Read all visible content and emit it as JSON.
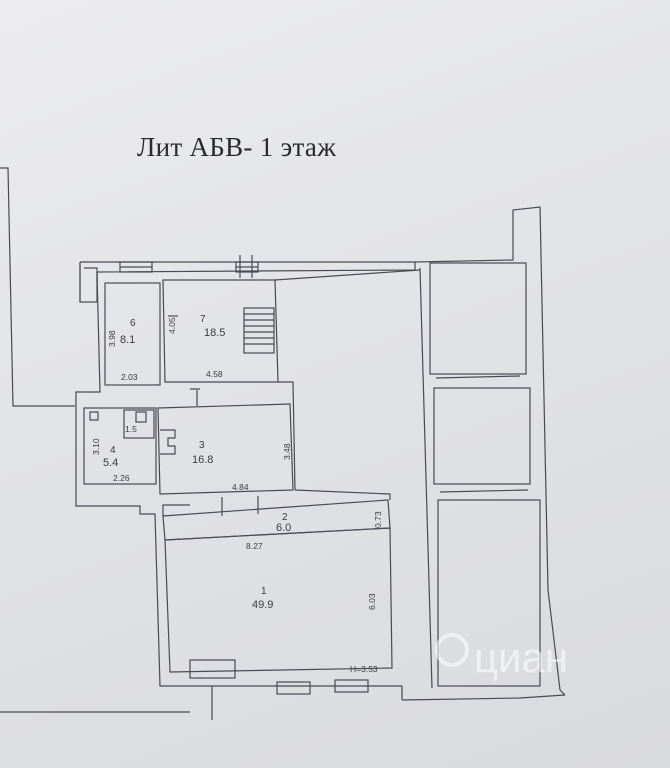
{
  "title": "Лит АБВ- 1 этаж",
  "rooms": [
    {
      "id": "r1",
      "number": "1",
      "area": "49.9"
    },
    {
      "id": "r2",
      "number": "2",
      "area": "6.0"
    },
    {
      "id": "r3",
      "number": "3",
      "area": "16.8"
    },
    {
      "id": "r4",
      "number": "4",
      "area": "5.4"
    },
    {
      "id": "r5",
      "number": "1.5",
      "area": ""
    },
    {
      "id": "r6",
      "number": "6",
      "area": "8.1"
    },
    {
      "id": "r7",
      "number": "7",
      "area": "18.5"
    }
  ],
  "dimensions": {
    "r6_height": "3.98",
    "r6_width": "2.03",
    "r7_height": "4.05",
    "r7_width": "4.58",
    "r4_height": "3.10",
    "r4_width": "2.26",
    "r3_height": "3.48",
    "r3_width": "4.84",
    "r2_height": "0.73",
    "r1_width": "8.27",
    "r1_height": "6.03",
    "ceiling_height": "H=3.53"
  },
  "watermark": "циан",
  "colors": {
    "line": "#4a4a52",
    "paper": "#e4e5e8"
  }
}
